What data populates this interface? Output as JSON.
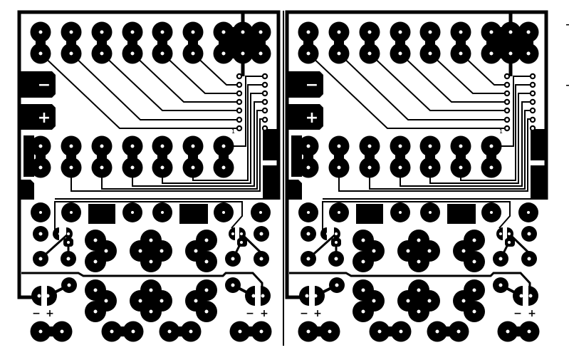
{
  "diagram": {
    "kind": "pcb-copper-layout",
    "boards": 2,
    "colors": {
      "copper": "#000000",
      "background": "#ffffff"
    },
    "labels": {
      "minus_pad": "−",
      "plus_pad": "+",
      "pin_one": "1",
      "jack_left_minus": "−",
      "jack_left_plus": "+",
      "jack_right_minus": "−",
      "jack_right_plus": "+"
    }
  }
}
